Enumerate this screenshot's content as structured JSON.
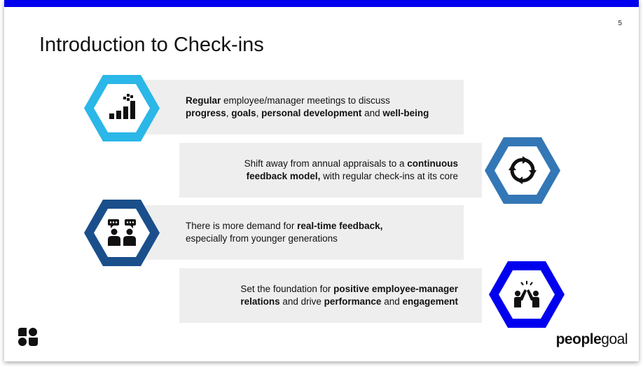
{
  "slide": {
    "page_number": "5",
    "title": "Introduction to Check-ins"
  },
  "colors": {
    "topbar": "#0000ee",
    "hex_1": "#2bb7e8",
    "hex_2": "#3477b6",
    "hex_3": "#1a4f8c",
    "hex_4": "#0000ee",
    "row_background": "#eeeeee"
  },
  "rows": [
    {
      "icon": "growth-chart-icon",
      "line1": [
        {
          "t": "Regular",
          "b": true
        },
        {
          "t": " employee/manager meetings to discuss",
          "b": false
        }
      ],
      "line2": [
        {
          "t": "progress",
          "b": true
        },
        {
          "t": ", ",
          "b": false
        },
        {
          "t": "goals",
          "b": true
        },
        {
          "t": ", ",
          "b": false
        },
        {
          "t": "personal development",
          "b": true
        },
        {
          "t": " and ",
          "b": false
        },
        {
          "t": "well-being",
          "b": true
        }
      ]
    },
    {
      "icon": "cycle-arrows-icon",
      "line1": [
        {
          "t": "Shift away from annual appraisals to a ",
          "b": false
        },
        {
          "t": "continuous",
          "b": true
        }
      ],
      "line2": [
        {
          "t": "feedback model,",
          "b": true
        },
        {
          "t": " with regular check-ins at its core",
          "b": false
        }
      ]
    },
    {
      "icon": "people-talking-icon",
      "line1": [
        {
          "t": "There is more demand for ",
          "b": false
        },
        {
          "t": "real-time feedback,",
          "b": true
        }
      ],
      "line2": [
        {
          "t": "especially from younger generations",
          "b": false
        }
      ]
    },
    {
      "icon": "high-five-icon",
      "line1": [
        {
          "t": "Set the foundation for ",
          "b": false
        },
        {
          "t": "positive employee-manager",
          "b": true
        }
      ],
      "line2": [
        {
          "t": "relations",
          "b": true
        },
        {
          "t": " and drive ",
          "b": false
        },
        {
          "t": "performance",
          "b": true
        },
        {
          "t": " and ",
          "b": false
        },
        {
          "t": "engagement",
          "b": true
        }
      ]
    }
  ],
  "footer": {
    "wordmark_bold": "people",
    "wordmark_regular": "goal"
  }
}
